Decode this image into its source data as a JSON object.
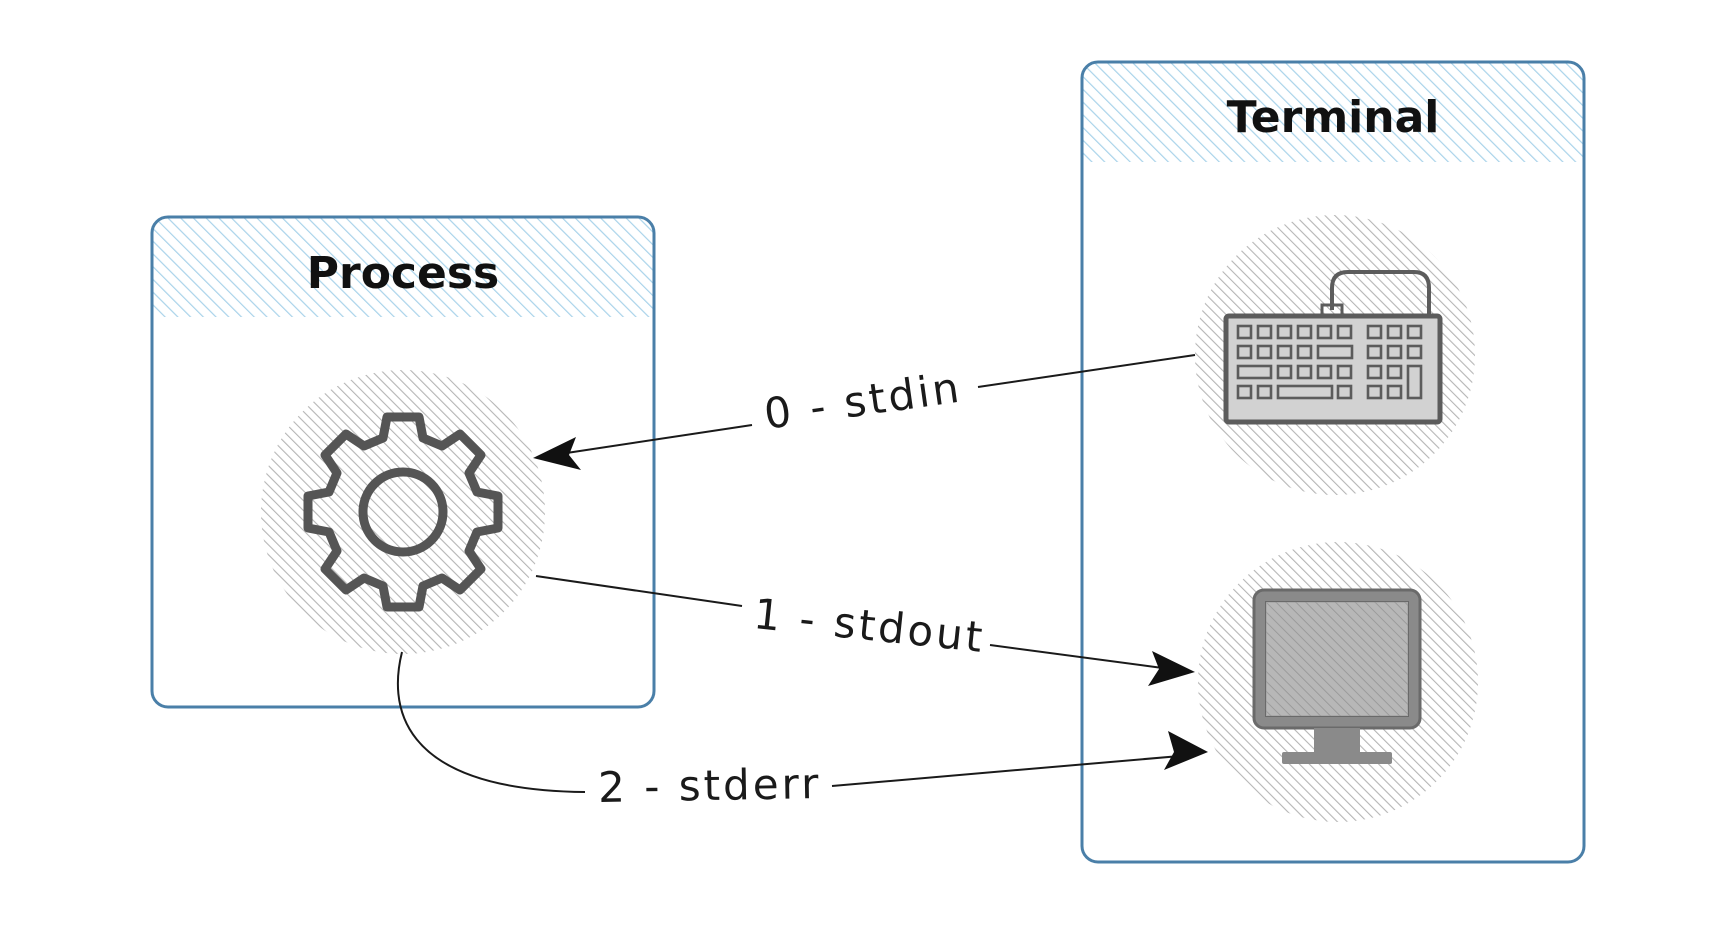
{
  "nodes": {
    "process": {
      "title": "Process"
    },
    "terminal": {
      "title": "Terminal"
    }
  },
  "edges": {
    "stdin": {
      "label": "0 - stdin"
    },
    "stdout": {
      "label": "1 - stdout"
    },
    "stderr": {
      "label": "2 - stderr"
    }
  },
  "icons": {
    "process": "gear-icon",
    "terminal_input": "keyboard-icon",
    "terminal_output": "monitor-icon"
  },
  "colors": {
    "box_border": "#4a7fa8",
    "header_hatch": "#a9d3ea",
    "icon_hatch": "#b8b8b8",
    "icon_stroke": "#5c5c5c",
    "connector": "#1a1a1a"
  }
}
